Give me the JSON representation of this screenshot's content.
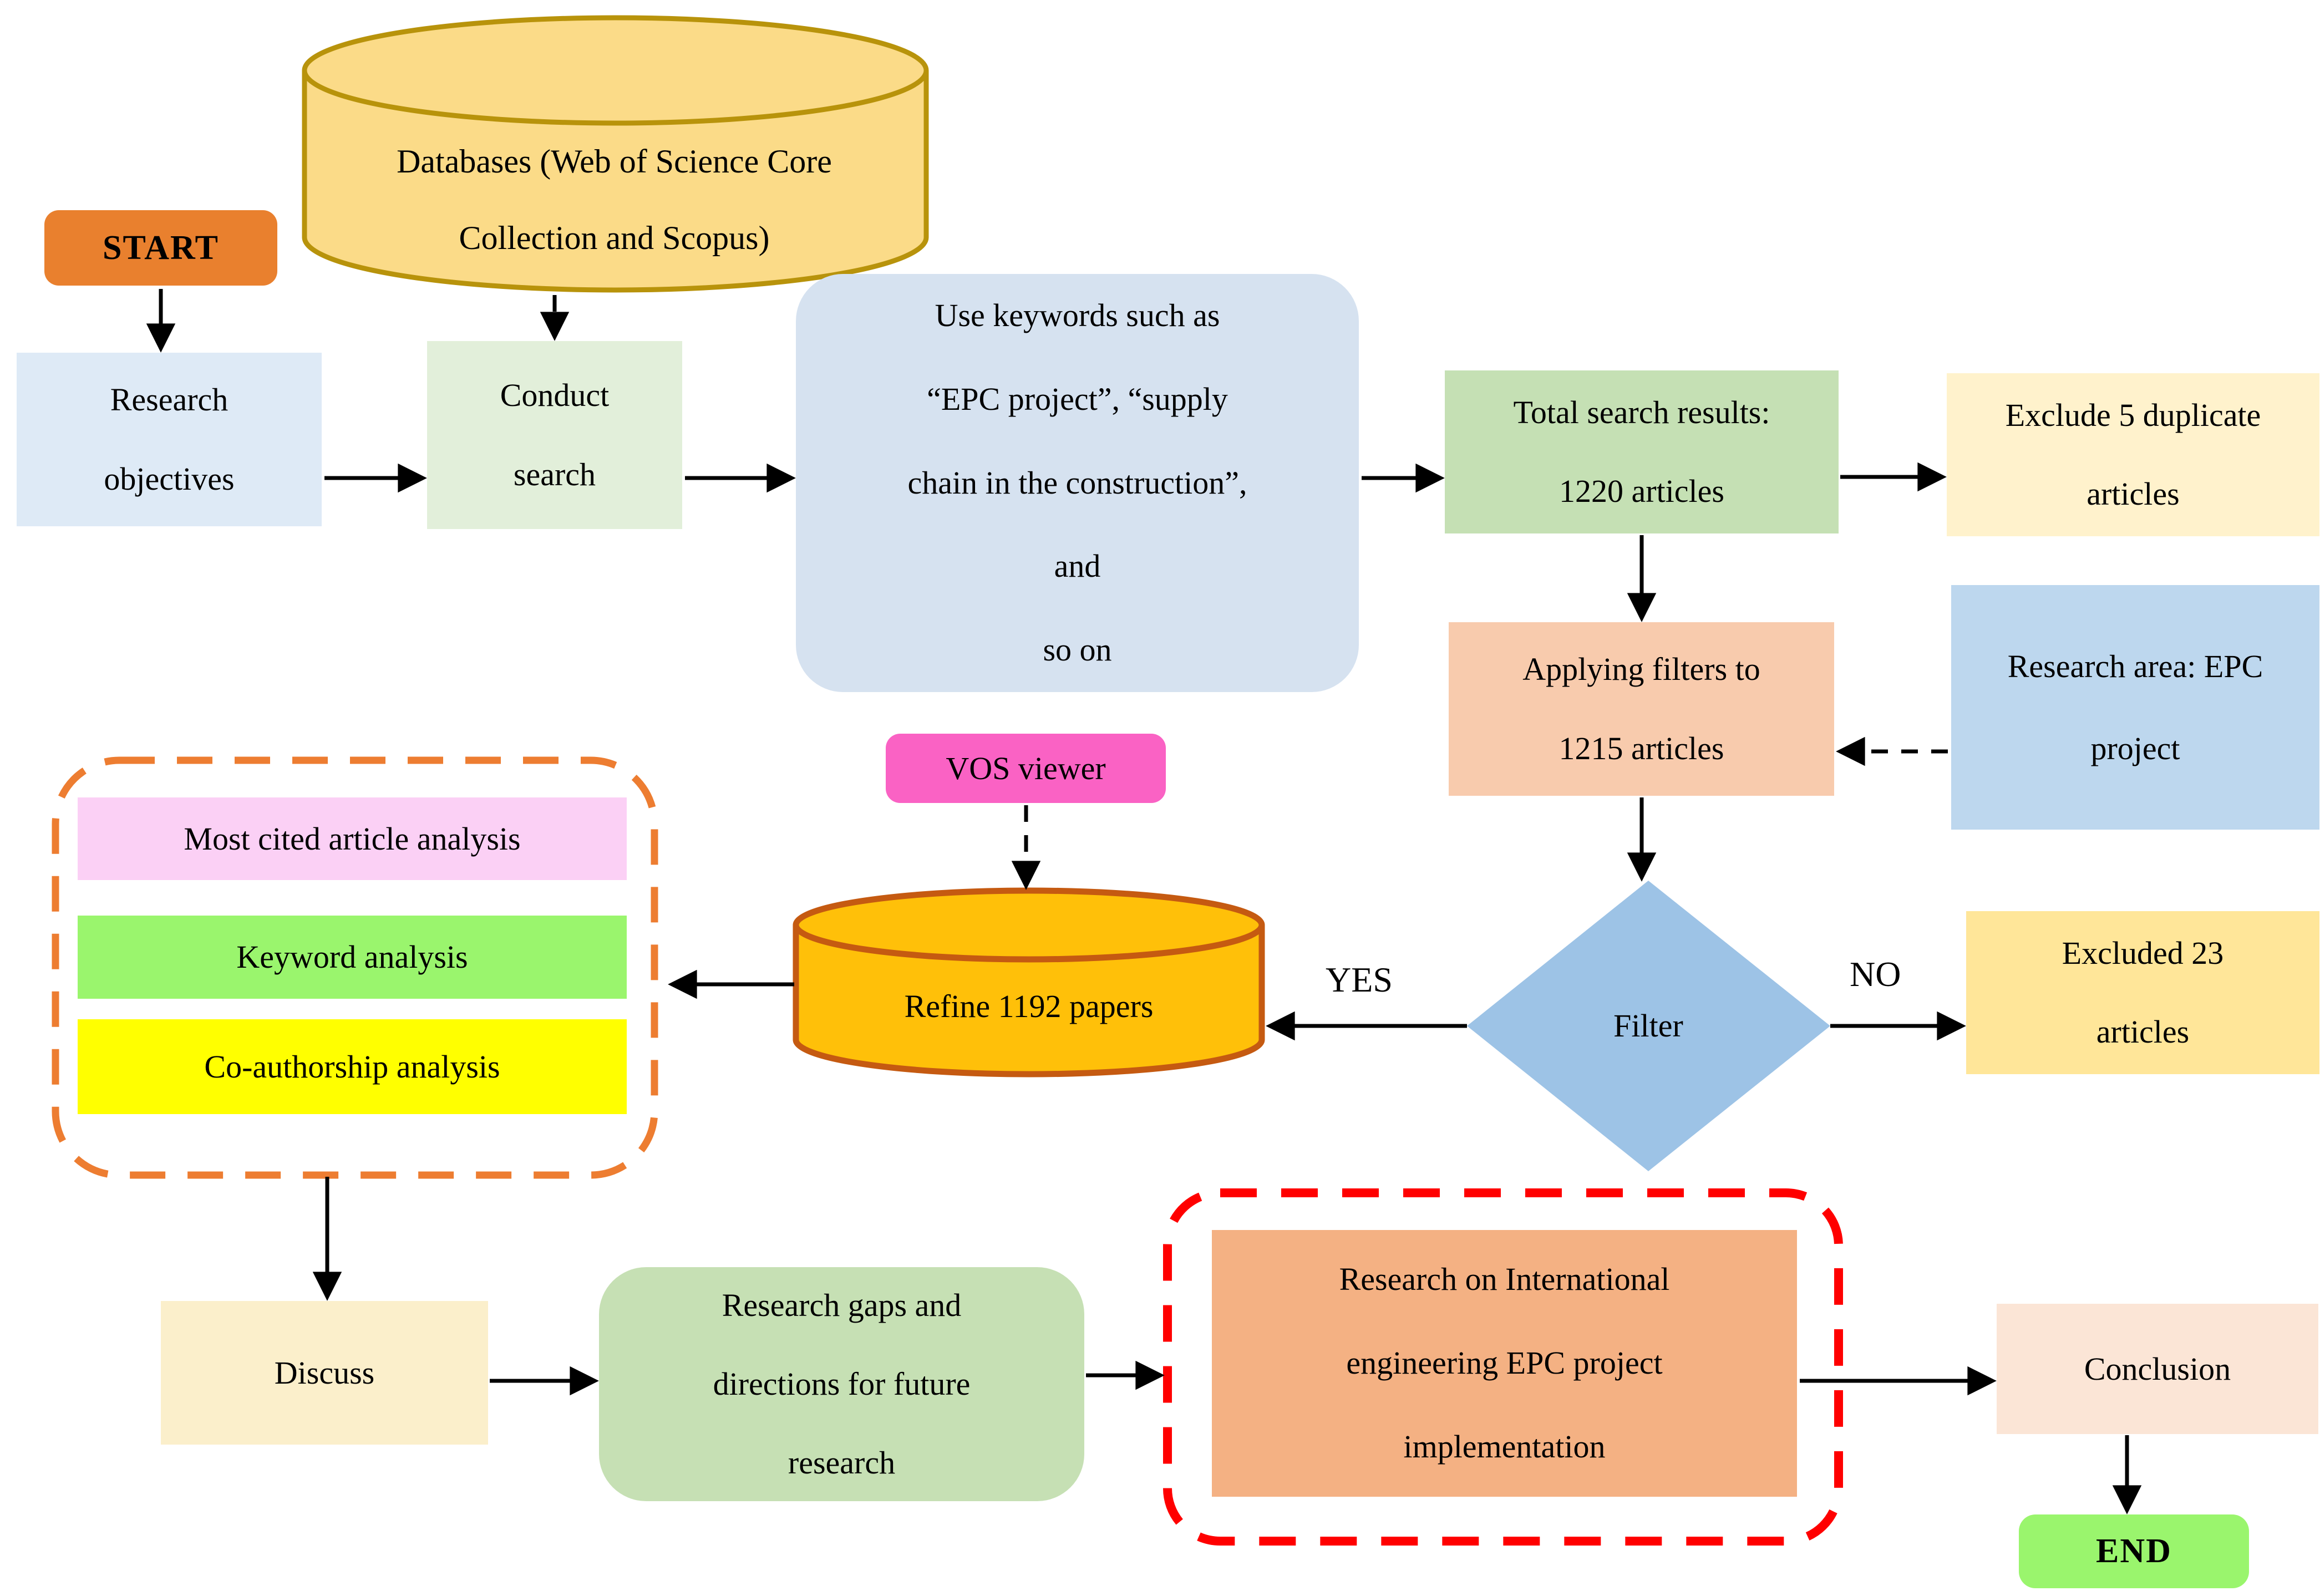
{
  "diagram": {
    "nodes": {
      "start": "START",
      "databases": "Databases (Web of Science Core\nCollection and Scopus)",
      "research_objectives": "Research\nobjectives",
      "conduct_search": "Conduct\nsearch",
      "use_keywords": "Use keywords such as\n“EPC project”, “supply\nchain in the construction”,\nand\nso on",
      "total_results": "Total search results:\n1220 articles",
      "exclude_duplicates": "Exclude 5 duplicate\narticles",
      "applying_filters": "Applying filters to\n1215 articles",
      "research_area": "Research area: EPC\nproject",
      "vos_viewer": "VOS viewer",
      "refine_papers": "Refine 1192 papers",
      "filter": "Filter",
      "excluded_articles": "Excluded 23\narticles",
      "most_cited": "Most cited article analysis",
      "keyword_analysis": "Keyword analysis",
      "coauthorship": "Co-authorship analysis",
      "discuss": "Discuss",
      "research_gaps": "Research gaps and\ndirections for future\nresearch",
      "research_international": "Research on International\nengineering EPC project\nimplementation",
      "conclusion": "Conclusion",
      "end": "END"
    },
    "edge_labels": {
      "yes": "YES",
      "no": "NO"
    },
    "colors": {
      "start_fill": "#E9802E",
      "database_fill": "#FBDB88",
      "database_stroke": "#B8930B",
      "light_blue": "#DEEAF6",
      "light_green": "#E2EFDA",
      "keywords_blue": "#D6E2F0",
      "results_green": "#C5E0B4",
      "cream_yellow": "#FFF2CC",
      "peach": "#F8CBAD",
      "area_blue": "#BDD7EE",
      "vos_pink": "#FA62C4",
      "refine_fill": "#FFC009",
      "refine_stroke": "#C55A11",
      "diamond_blue": "#9DC3E6",
      "excluded_gold": "#FFE699",
      "cited_pink": "#FBD0F5",
      "keyword_green": "#9AF56D",
      "coauthor_yellow": "#FFFF00",
      "discuss_cream": "#FBEFCB",
      "gaps_green": "#C6E0B4",
      "international_orange": "#F4B183",
      "conclusion_peach": "#FBE5D6",
      "end_green": "#9AF56D",
      "dashed_group_orange": "#ED7D31",
      "dashed_group_red": "#FF0000",
      "arrow_black": "#000000"
    }
  }
}
